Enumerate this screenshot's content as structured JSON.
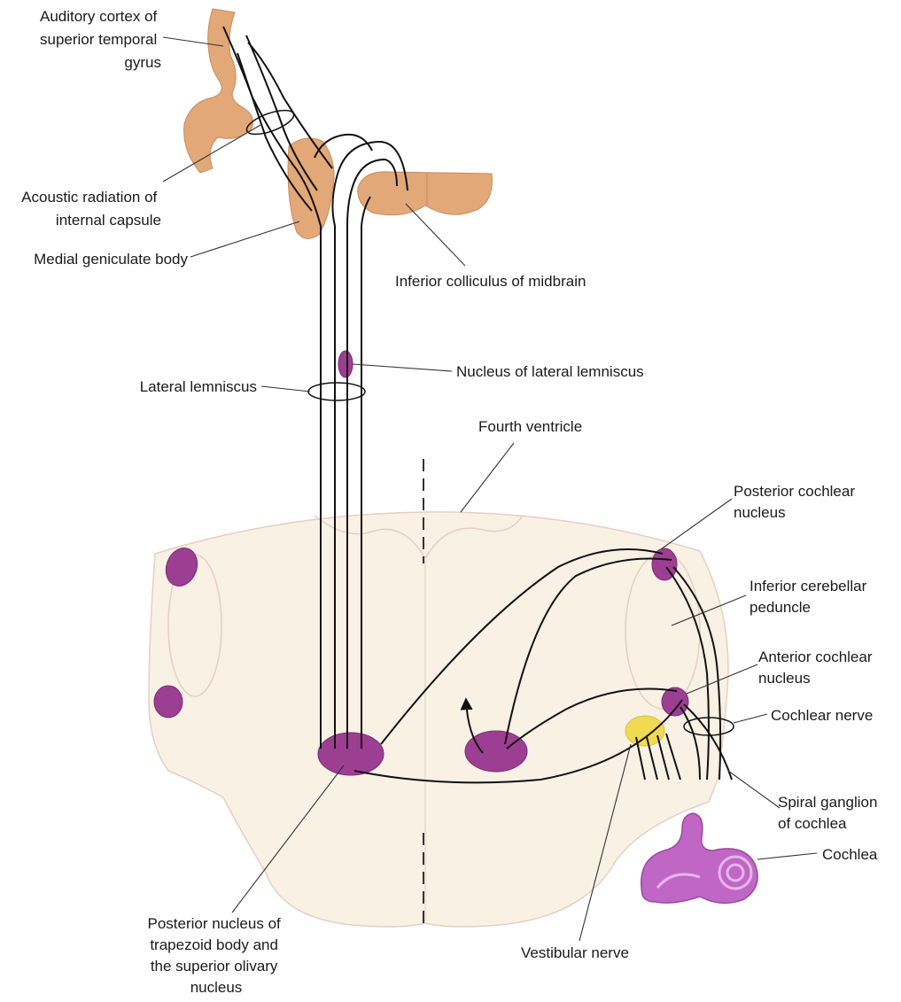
{
  "diagram": {
    "labels": {
      "auditory_cortex": [
        "Auditory cortex of",
        "superior temporal",
        "gyrus"
      ],
      "acoustic_radiation": [
        "Acoustic radiation of",
        "internal capsule"
      ],
      "medial_geniculate": [
        "Medial geniculate body"
      ],
      "inferior_colliculus": [
        "Inferior colliculus of midbrain"
      ],
      "nucleus_lateral_lemniscus": [
        "Nucleus of lateral lemniscus"
      ],
      "lateral_lemniscus": [
        "Lateral lemniscus"
      ],
      "fourth_ventricle": [
        "Fourth ventricle"
      ],
      "posterior_cochlear_nucleus": [
        "Posterior cochlear",
        "nucleus"
      ],
      "inferior_cerebellar_peduncle": [
        "Inferior cerebellar",
        "peduncle"
      ],
      "anterior_cochlear_nucleus": [
        "Anterior cochlear",
        "nucleus"
      ],
      "cochlear_nerve": [
        "Cochlear nerve"
      ],
      "spiral_ganglion": [
        "Spiral ganglion",
        "of cochlea"
      ],
      "cochlea": [
        "Cochlea"
      ],
      "vestibular_nerve": [
        "Vestibular nerve"
      ],
      "trapezoid_olivary": [
        "Posterior nucleus of",
        "trapezoid body and",
        "the superior olivary",
        "nucleus"
      ]
    },
    "colors": {
      "cortex": "#e2a878",
      "brainstem": "#f8f1e4",
      "nucleus": "#9c3f92",
      "vestibular": "#f0da52",
      "cochlea": "#c067c6",
      "fiber": "#111111"
    }
  }
}
